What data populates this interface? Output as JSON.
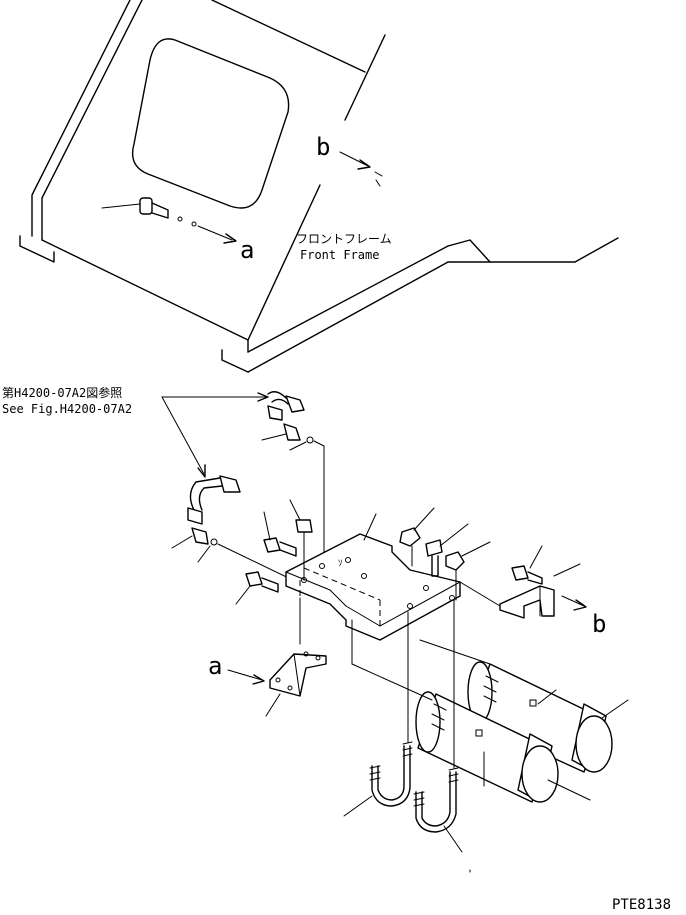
{
  "labels": {
    "front_frame_jp": "フロントフレーム",
    "front_frame_en": "Front Frame",
    "see_fig_jp": "第H4200-07A2図参照",
    "see_fig_en": "See Fig.H4200-07A2",
    "letter_a": "a",
    "letter_b": "b",
    "drawing_code": "PTE8138"
  }
}
